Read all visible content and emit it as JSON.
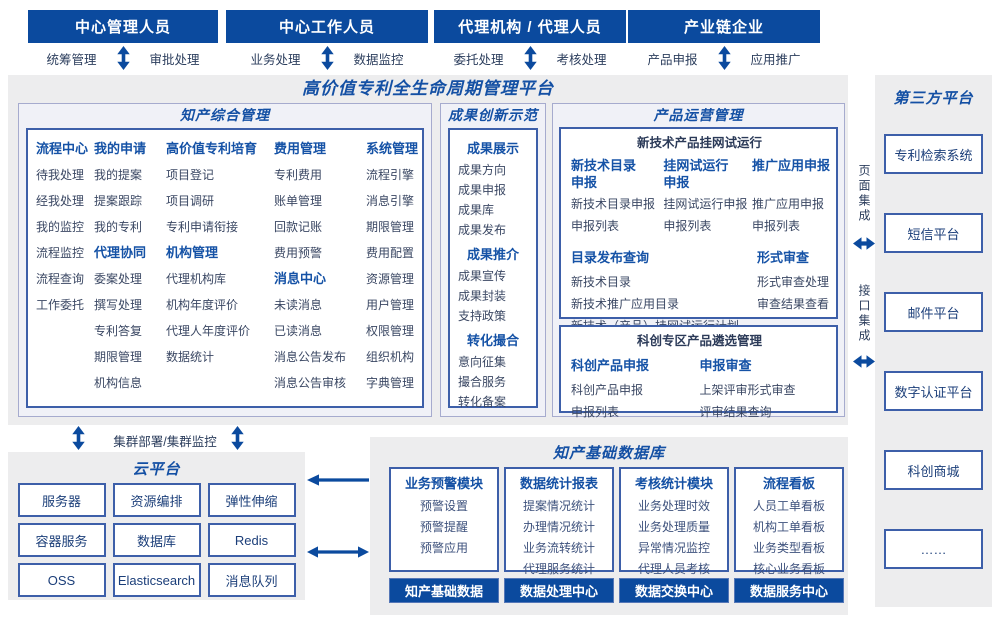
{
  "colors": {
    "primary_blue": "#0b4a9e",
    "title_blue": "#1450a4",
    "group_header_blue": "#1552a6",
    "item_text": "#3a4763",
    "panel_gray": "#ededee",
    "box_border_blue": "#3d5fa9"
  },
  "actors": [
    {
      "title": "中心管理人员",
      "left_label": "统筹管理",
      "right_label": "审批处理"
    },
    {
      "title": "中心工作人员",
      "left_label": "业务处理",
      "right_label": "数据监控"
    },
    {
      "title": "代理机构 / 代理人员",
      "left_label": "委托处理",
      "right_label": "考核处理"
    },
    {
      "title": "产业链企业",
      "left_label": "产品申报",
      "right_label": "应用推广"
    }
  ],
  "platform_title": "高价值专利全生命周期管理平台",
  "ipm": {
    "title": "知产综合管理",
    "process_center": {
      "header": "流程中心",
      "items": [
        "待我处理",
        "经我处理",
        "我的监控",
        "流程监控",
        "流程查询",
        "工作委托"
      ]
    },
    "my_application": {
      "header": "我的申请",
      "items": [
        "我的提案",
        "提案跟踪",
        "我的专利"
      ]
    },
    "agency_collab": {
      "header": "代理协同",
      "items": [
        "委案处理",
        "撰写处理",
        "专利答复",
        "期限管理",
        "机构信息"
      ]
    },
    "hv_cultivation": {
      "header": "高价值专利培育",
      "items": [
        "项目登记",
        "项目调研",
        "专利申请衔接"
      ]
    },
    "org_management": {
      "header": "机构管理",
      "items": [
        "代理机构库",
        "机构年度评价",
        "代理人年度评价",
        "数据统计"
      ]
    },
    "fee_management": {
      "header": "费用管理",
      "items": [
        "专利费用",
        "账单管理",
        "回款记账",
        "费用预警"
      ]
    },
    "message_center": {
      "header": "消息中心",
      "items": [
        "未读消息",
        "已读消息",
        "消息公告发布",
        "消息公告审核"
      ]
    },
    "system_management": {
      "header": "系统管理",
      "items": [
        "流程引擎",
        "消息引擎",
        "期限管理",
        "费用配置",
        "资源管理",
        "用户管理",
        "权限管理",
        "组织机构",
        "字典管理"
      ]
    }
  },
  "ach": {
    "title": "成果创新示范",
    "display": {
      "header": "成果展示",
      "items": [
        "成果方向",
        "成果申报",
        "成果库",
        "成果发布"
      ]
    },
    "promotion": {
      "header": "成果推介",
      "items": [
        "成果宣传",
        "成果封装",
        "支持政策"
      ]
    },
    "matchmaking": {
      "header": "转化撮合",
      "items": [
        "意向征集",
        "撮合服务",
        "转化备案"
      ]
    }
  },
  "po": {
    "title": "产品运营管理",
    "trial": {
      "title": "新技术产品挂网试运行",
      "new_tech_catalog": {
        "header": "新技术目录申报",
        "items": [
          "新技术目录申报",
          "申报列表"
        ]
      },
      "online_trial": {
        "header": "挂网试运行申报",
        "items": [
          "挂网试运行申报",
          "申报列表"
        ]
      },
      "promo_app": {
        "header": "推广应用申报",
        "items": [
          "推广应用申报",
          "申报列表"
        ]
      },
      "catalog_query": {
        "header": "目录发布查询",
        "items": [
          "新技术目录",
          "新技术推广应用目录",
          "新技术（产品）挂网试运行计划"
        ]
      },
      "formal_review": {
        "header": "形式审查",
        "items": [
          "形式审查处理",
          "审查结果查看"
        ]
      }
    },
    "sci": {
      "title": "科创专区产品遴选管理",
      "product_declare": {
        "header": "科创产品申报",
        "items": [
          "科创产品申报",
          "申报列表"
        ]
      },
      "declare_review": {
        "header": "申报审查",
        "items": [
          "上架评审形式审查",
          "评审结果查询"
        ]
      }
    }
  },
  "tp": {
    "title": "第三方平台",
    "items": [
      "专利检索系统",
      "短信平台",
      "邮件平台",
      "数字认证平台",
      "科创商城",
      "……"
    ]
  },
  "integration": {
    "page": "页面集成",
    "interface": "接口集成"
  },
  "cluster_label": "集群部署/集群监控",
  "cloud": {
    "title": "云平台",
    "items": [
      "服务器",
      "资源编排",
      "弹性伸缩",
      "容器服务",
      "数据库",
      "Redis",
      "OSS",
      "Elasticsearch",
      "消息队列"
    ]
  },
  "db": {
    "title": "知产基础数据库",
    "modules": [
      {
        "header": "业务预警模块",
        "items": [
          "预警设置",
          "预警提醒",
          "预警应用"
        ]
      },
      {
        "header": "数据统计报表",
        "items": [
          "提案情况统计",
          "办理情况统计",
          "业务流转统计",
          "代理服务统计"
        ]
      },
      {
        "header": "考核统计模块",
        "items": [
          "业务处理时效",
          "业务处理质量",
          "异常情况监控",
          "代理人员考核"
        ]
      },
      {
        "header": "流程看板",
        "items": [
          "人员工单看板",
          "机构工单看板",
          "业务类型看板",
          "核心业务看板"
        ]
      }
    ],
    "data_centers": [
      "知产基础数据",
      "数据处理中心",
      "数据交换中心",
      "数据服务中心"
    ]
  }
}
